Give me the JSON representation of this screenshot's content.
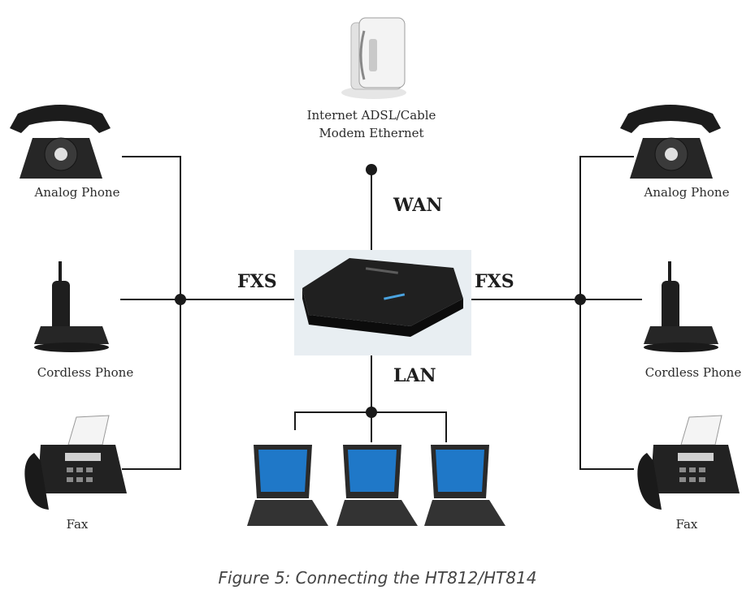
{
  "labels": {
    "modem": [
      "Internet ADSL/Cable",
      "Modem Ethernet"
    ],
    "left": {
      "phone": "Analog Phone",
      "cordless": "Cordless Phone",
      "fax": "Fax"
    },
    "right": {
      "phone": "Analog Phone",
      "cordless": "Cordless Phone",
      "fax": "Fax"
    }
  },
  "ports": {
    "wan": "WAN",
    "lan": "LAN",
    "fxs_left": "FXS",
    "fxs_right": "FXS"
  },
  "caption": "Figure 5: Connecting the HT812/HT814",
  "colors": {
    "line": "#1a1a1a",
    "device": "#222222",
    "screen": "#1f78c8",
    "modem": "#dcdcdc",
    "gateway_bg": "#e8eef2"
  }
}
